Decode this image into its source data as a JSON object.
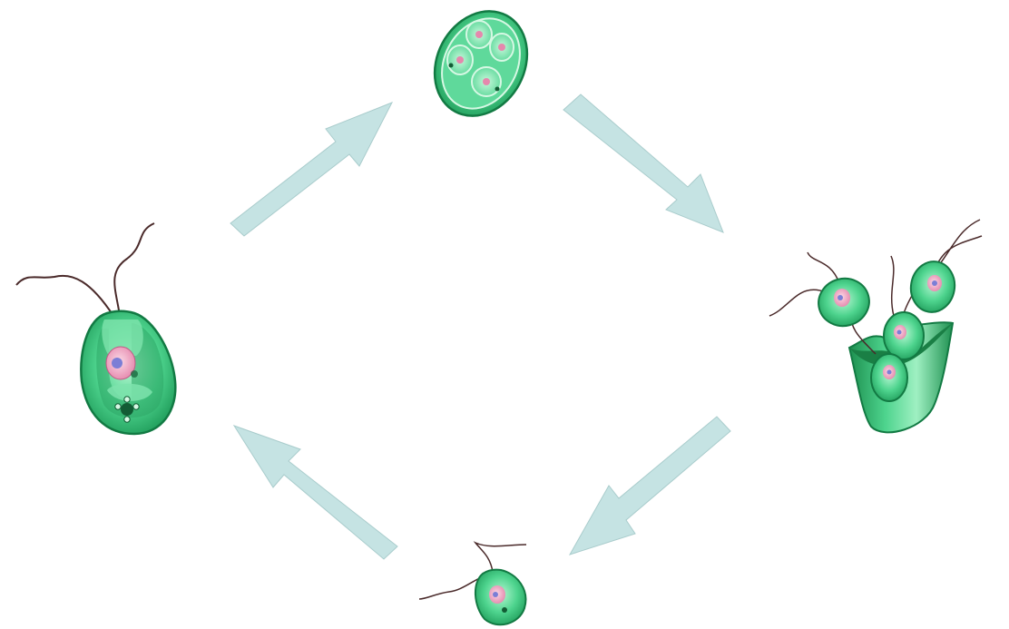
{
  "diagram": {
    "type": "cycle",
    "stages": [
      {
        "id": "mature-cell",
        "icon": "single-biflagellate-green-cell"
      },
      {
        "id": "zoospore-sporangium",
        "icon": "oval-cell-with-four-daughter-cells"
      },
      {
        "id": "zoospore-release",
        "icon": "four-flagellated-cells-leaving-cup-wall"
      },
      {
        "id": "young-cell",
        "icon": "small-biflagellate-green-cell"
      }
    ],
    "flow": [
      "mature-cell",
      "zoospore-sporangium",
      "zoospore-release",
      "young-cell",
      "mature-cell"
    ]
  },
  "colors": {
    "background": "#ffffff",
    "arrow_fill": "#c5e3e3",
    "arrow_stroke": "#a9cccc",
    "cell_fill": "#4ed48e",
    "cell_dark": "#1f9c5a",
    "cell_outline": "#127a43",
    "cell_light": "#a8f0c8",
    "nucleus": "#f1a3c4",
    "nucleolus": "#7b7ed6",
    "flagellum": "#4a2a2a"
  }
}
